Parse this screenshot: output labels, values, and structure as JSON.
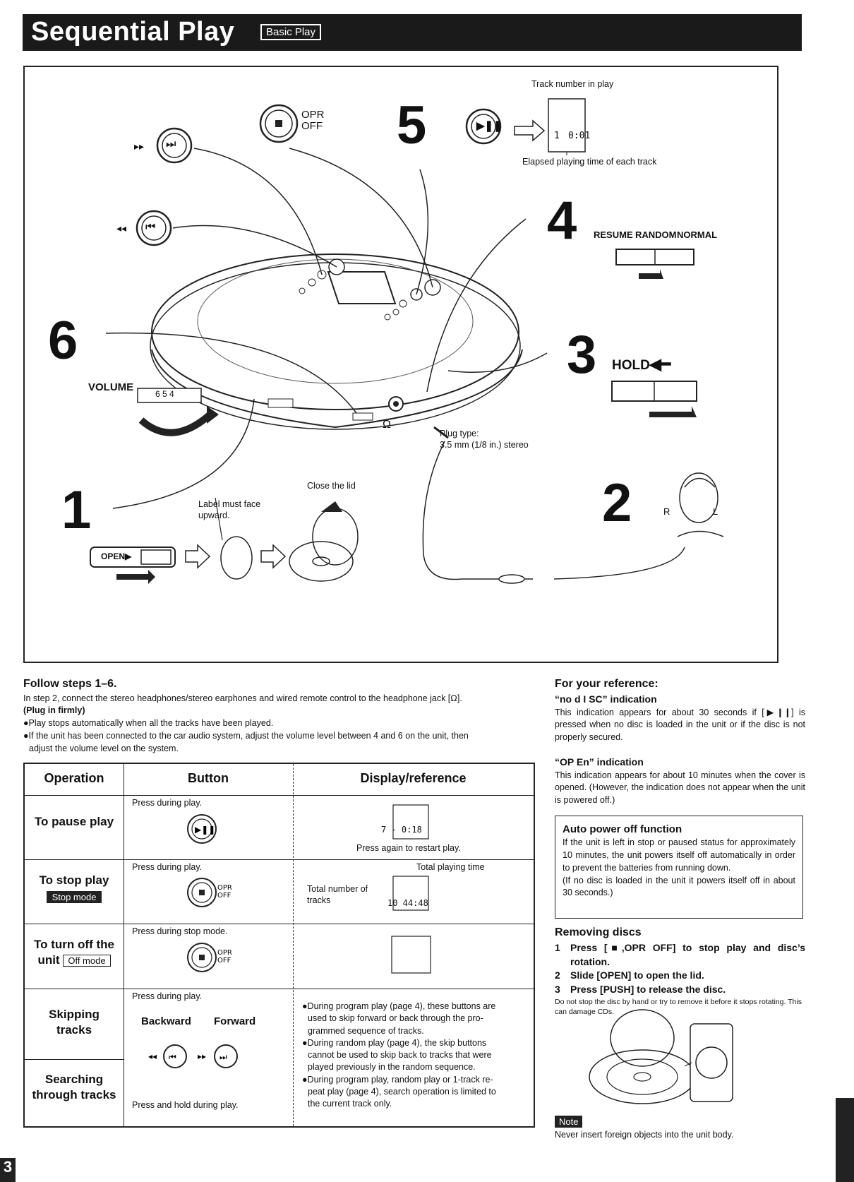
{
  "header": {
    "title": "Sequential Play",
    "badge": "Basic Play"
  },
  "figure": {
    "track_number_label": "Track number in play",
    "elapsed_label": "Elapsed playing time of each track",
    "opr_off": "OPR\nOFF",
    "opr": "OPR",
    "off": "OFF",
    "step5": "5",
    "step4": "4",
    "step3": "3",
    "step6": "6",
    "step1": "1",
    "step2": "2",
    "switch_labels": {
      "resume": "RESUME",
      "random": "RANDOM",
      "normal": "NORMAL"
    },
    "hold_label": "HOLD",
    "volume_label": "VOLUME",
    "volume_digits": "6 5 4",
    "plug_type": "Plug type:",
    "plug_spec": "3.5 mm (1/8 in.) stereo",
    "close_lid": "Close the lid",
    "label_face": "Label must face",
    "label_face2": "upward.",
    "open_label": "OPEN▶",
    "r_label": "R",
    "l_label": "L",
    "display_elapsed": "0:01",
    "display_track": "1"
  },
  "intro": {
    "heading": "Follow steps 1–6.",
    "line1": "In step 2, connect the stereo headphones/stereo earphones and wired remote control to the headphone jack [Ω].",
    "line2": "(Plug in firmly)",
    "bullet1": "●Play stops automatically when all the tracks have been played.",
    "bullet2": "●If the unit has been connected to the car audio system, adjust the volume level between 4 and 6 on the unit, then",
    "bullet2b": "adjust the volume level on the system."
  },
  "table": {
    "headers": [
      "Operation",
      "Button",
      "Display/reference"
    ],
    "rows": [
      {
        "op": "To pause play",
        "press": "Press during play.",
        "ref": "Press again to restart play."
      },
      {
        "op": "To stop play",
        "badge": "Stop mode",
        "press": "Press during play.",
        "total_time": "Total playing time",
        "total_tracks": "Total number of",
        "total_tracks2": "tracks"
      },
      {
        "op": "To turn off the",
        "op2": "unit",
        "badge": "Off mode",
        "press": "Press during stop mode."
      },
      {
        "op": "Skipping",
        "op2": "tracks",
        "press": "Press during play.",
        "backward": "Backward",
        "forward": "Forward"
      },
      {
        "op": "Searching",
        "op2": "through tracks",
        "press": "Press and hold during play."
      }
    ],
    "skip_notes": [
      "●During program play (page 4), these buttons are",
      "used to skip forward or back through the pro-",
      "grammed sequence of tracks.",
      "●During random play (page 4), the skip buttons",
      "cannot be used to skip back to tracks that were",
      "played previously in the random sequence.",
      "●During program play, random play or 1-track re-",
      "peat play (page 4), search operation is limited to",
      "the current track only."
    ],
    "pause_disp": "7 - 0:18",
    "stop_disp": "10  44:48"
  },
  "reference": {
    "heading": "For your reference:",
    "nodisc_title": "“no d I SC” indication",
    "nodisc_text": "This indication appears for about 30 seconds if [▶❙❙] is pressed when no disc is loaded in the unit or if the disc is not properly secured.",
    "open_title": "“OP En” indication",
    "open_text": "This indication appears for about 10 minutes when the cover is opened. (However, the indication does not appear when the unit is powered off.)"
  },
  "auto_power": {
    "title": "Auto power off function",
    "text": "If the unit is left in stop or paused status for approximately 10 minutes, the unit powers itself off automatically in order to prevent the batteries from running down.",
    "text2": "(If no disc is loaded in the unit it powers itself off in about 30 seconds.)"
  },
  "removing": {
    "title": "Removing discs",
    "s1n": "1",
    "s1": "Press [■,OPR OFF] to stop play and disc’s rotation.",
    "s2n": "2",
    "s2": "Slide [OPEN] to open the lid.",
    "s3n": "3",
    "s3": "Press [PUSH] to release the disc.",
    "warning": "Do not stop the disc by hand or try to remove it before it stops rotating. This can damage CDs."
  },
  "note": {
    "badge": "Note",
    "text": "Never insert foreign objects into the unit body."
  },
  "page_number": "3"
}
